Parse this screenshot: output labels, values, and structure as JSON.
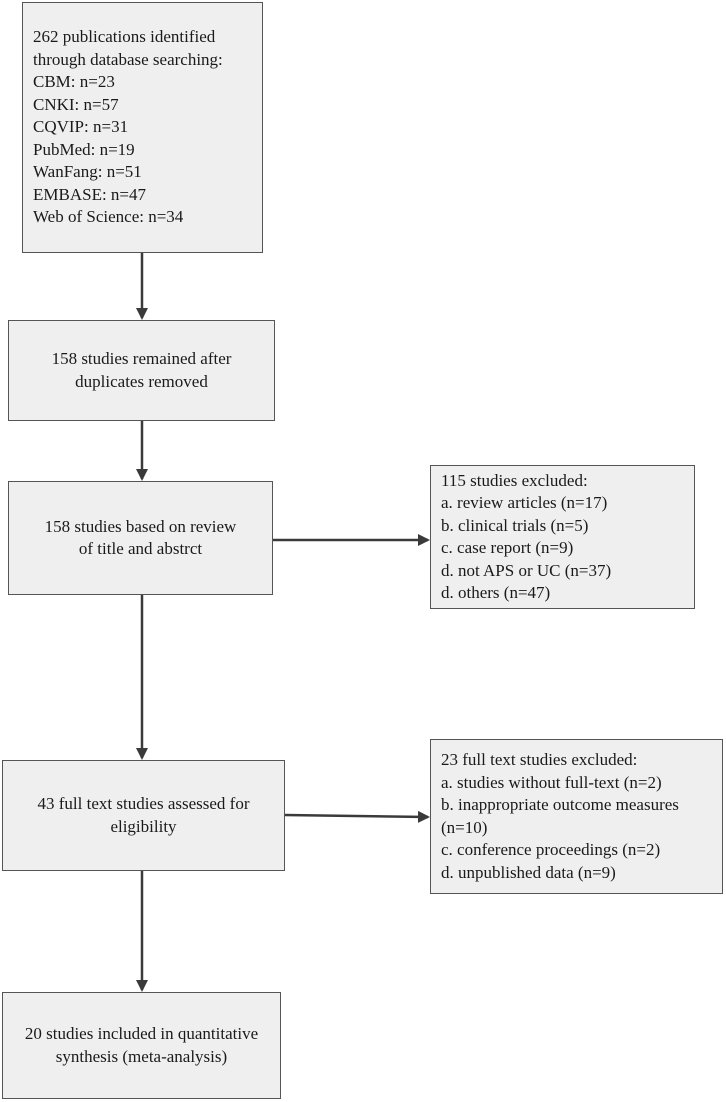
{
  "identified": {
    "lines": [
      "262 publications identified",
      "through database searching:",
      "CBM: n=23",
      "CNKI: n=57",
      "CQVIP: n=31",
      "PubMed: n=19",
      "WanFang: n=51",
      "EMBASE: n=47",
      "Web of Science: n=34"
    ]
  },
  "duplicates_removed": {
    "lines": [
      "158 studies remained after",
      "duplicates removed"
    ]
  },
  "screening": {
    "lines": [
      "158 studies based on review",
      "of title and abstrct"
    ]
  },
  "excluded_screening": {
    "lines": [
      "115 studies excluded:",
      "a. review articles (n=17)",
      "b. clinical trials (n=5)",
      "c. case report (n=9)",
      "d. not APS or UC (n=37)",
      "d. others (n=47)"
    ]
  },
  "eligibility": {
    "lines": [
      "43  full text studies assessed for",
      "eligibility"
    ]
  },
  "excluded_fulltext": {
    "lines": [
      "23 full text studies excluded:",
      "a. studies without full-text (n=2)",
      "b. inappropriate outcome measures",
      "(n=10)",
      "c. conference proceedings (n=2)",
      "d. unpublished data (n=9)"
    ]
  },
  "included": {
    "lines": [
      "20 studies included in quantitative",
      "synthesis (meta-analysis)"
    ]
  },
  "colors": {
    "box_fill": "#efefef",
    "box_border": "#555555",
    "arrow": "#3a3a3a"
  }
}
